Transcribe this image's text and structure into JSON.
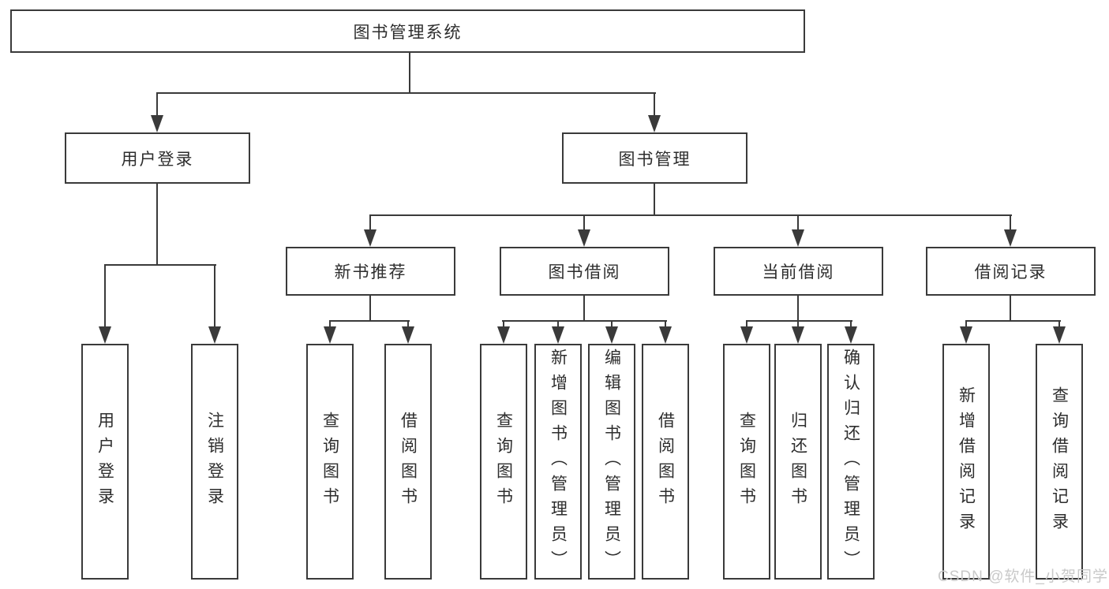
{
  "diagram": {
    "title": "图书管理系统",
    "root": {
      "label": "图书管理系统"
    },
    "level2": [
      {
        "label": "用户登录"
      },
      {
        "label": "图书管理"
      }
    ],
    "level3": [
      {
        "label": "新书推荐",
        "parent": "图书管理"
      },
      {
        "label": "图书借阅",
        "parent": "图书管理"
      },
      {
        "label": "当前借阅",
        "parent": "图书管理"
      },
      {
        "label": "借阅记录",
        "parent": "图书管理"
      }
    ],
    "leaves": [
      {
        "label": "用户登录",
        "parent": "用户登录"
      },
      {
        "label": "注销登录",
        "parent": "用户登录"
      },
      {
        "label": "查询图书",
        "parent": "新书推荐"
      },
      {
        "label": "借阅图书",
        "parent": "新书推荐"
      },
      {
        "label": "查询图书",
        "parent": "图书借阅"
      },
      {
        "label": "新增图书（管理员）",
        "parent": "图书借阅"
      },
      {
        "label": "编辑图书（管理员）",
        "parent": "图书借阅"
      },
      {
        "label": "借阅图书",
        "parent": "图书借阅"
      },
      {
        "label": "查询图书",
        "parent": "当前借阅"
      },
      {
        "label": "归还图书",
        "parent": "当前借阅"
      },
      {
        "label": "确认归还（管理员）",
        "parent": "当前借阅"
      },
      {
        "label": "新增借阅记录",
        "parent": "借阅记录"
      },
      {
        "label": "查询借阅记录",
        "parent": "借阅记录"
      }
    ],
    "colors": {
      "line": "#3a3a3a",
      "text": "#2d2d2d",
      "background": "#ffffff",
      "watermark": "#c9c9c9"
    }
  },
  "watermark": {
    "text": "CSDN @软件_小贺同学"
  }
}
